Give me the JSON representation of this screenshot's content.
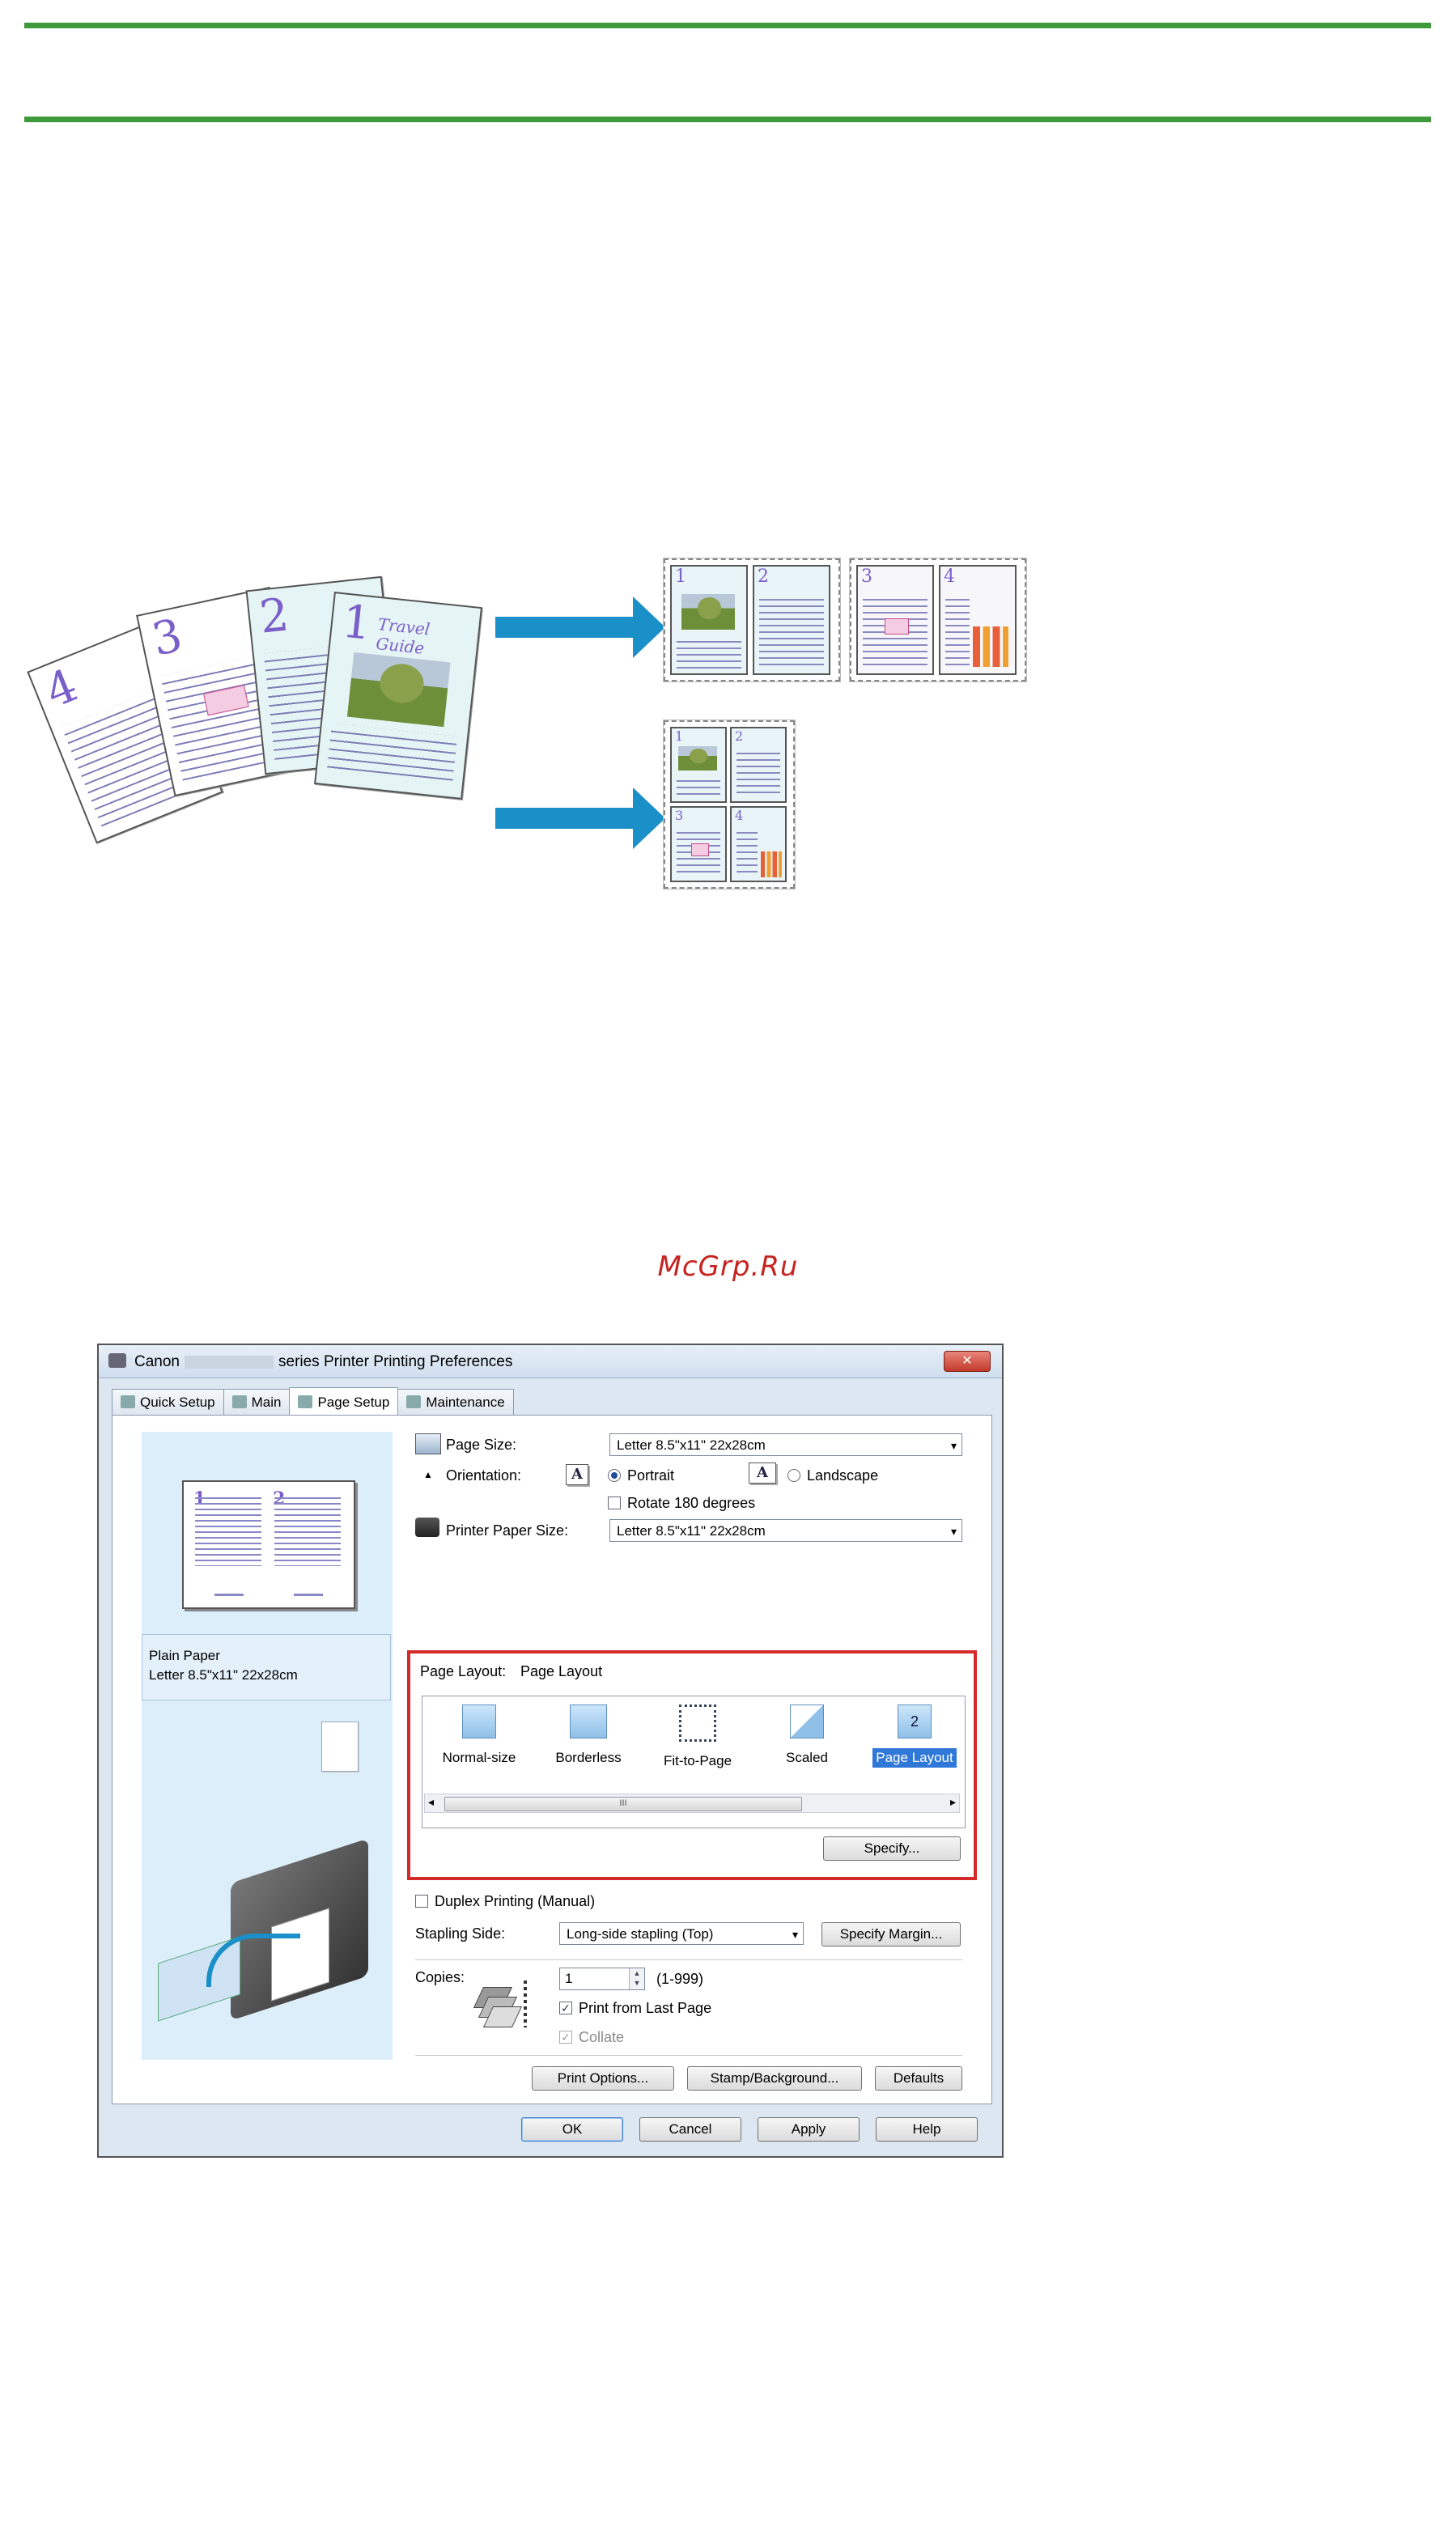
{
  "watermark": "McGrp.Ru",
  "illustration": {
    "source_pages": [
      "4",
      "3",
      "2",
      "1"
    ],
    "source_title_script": "Travel Guide",
    "two_up_sheets": [
      [
        "1",
        "2"
      ],
      [
        "3",
        "4"
      ]
    ],
    "four_up_sheet": [
      "1",
      "2",
      "3",
      "4"
    ]
  },
  "dialog": {
    "title_left": "Canon",
    "title_right": "series Printer Printing Preferences",
    "close_glyph": "✕",
    "tabs": [
      {
        "label": "Quick Setup",
        "icon": "quick-setup-icon"
      },
      {
        "label": "Main",
        "icon": "main-icon"
      },
      {
        "label": "Page Setup",
        "icon": "page-setup-icon",
        "active": true
      },
      {
        "label": "Maintenance",
        "icon": "maintenance-icon"
      }
    ],
    "preview": {
      "nums": [
        "1",
        "2"
      ],
      "media_type": "Plain Paper",
      "media_size": "Letter 8.5\"x11\" 22x28cm"
    },
    "page_size_label": "Page Size:",
    "page_size_value": "Letter 8.5\"x11\" 22x28cm",
    "orientation_label": "Orientation:",
    "portrait_label": "Portrait",
    "landscape_label": "Landscape",
    "rotate_label": "Rotate 180 degrees",
    "printer_paper_size_label": "Printer Paper Size:",
    "printer_paper_size_value": "Letter 8.5\"x11\" 22x28cm",
    "page_layout_label": "Page Layout:",
    "page_layout_value": "Page Layout",
    "layouts": [
      {
        "label": "Normal-size",
        "icon": "normal-size-icon"
      },
      {
        "label": "Borderless",
        "icon": "borderless-icon"
      },
      {
        "label": "Fit-to-Page",
        "icon": "fit-to-page-icon"
      },
      {
        "label": "Scaled",
        "icon": "scaled-icon"
      },
      {
        "label": "Page Layout",
        "icon": "page-layout-icon",
        "selected": true,
        "glyph": "2"
      }
    ],
    "scroll_left": "◂",
    "scroll_right": "▸",
    "scroll_grip": "III",
    "specify_label": "Specify...",
    "duplex_label": "Duplex Printing (Manual)",
    "stapling_side_label": "Stapling Side:",
    "stapling_side_value": "Long-side stapling (Top)",
    "specify_margin_label": "Specify Margin...",
    "copies_label": "Copies:",
    "copies_value": "1",
    "copies_range": "(1-999)",
    "print_from_last_label": "Print from Last Page",
    "collate_label": "Collate",
    "print_options_label": "Print Options...",
    "stamp_background_label": "Stamp/Background...",
    "defaults_label": "Defaults",
    "ok_label": "OK",
    "cancel_label": "Cancel",
    "apply_label": "Apply",
    "help_label": "Help",
    "dropdown_arrow": "▾",
    "check_mark": "✓",
    "spin_up": "▲",
    "spin_down": "▼"
  },
  "colors": {
    "rule_green": "#3e9a3a",
    "arrow_blue": "#1b8fc7",
    "highlight_red": "#d42a2a",
    "watermark_red": "#c7231f",
    "selection_blue": "#3078d8"
  }
}
